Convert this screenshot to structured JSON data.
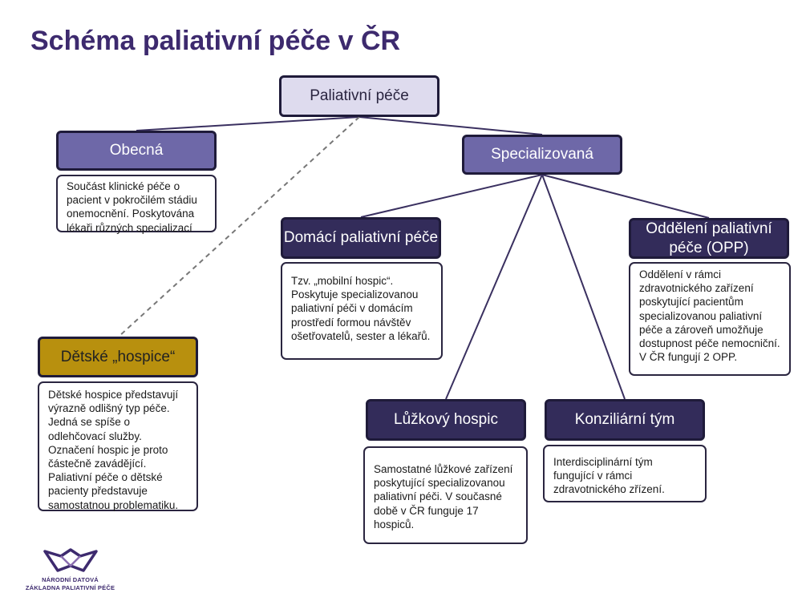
{
  "title": "Schéma paliativní péče v ČR",
  "nodes": {
    "root": "Paliativní péče",
    "general": "Obecná",
    "specialized": "Specializovaná",
    "home": "Domácí paliativní péče",
    "ward": "Oddělení paliativní péče (OPP)",
    "children": "Dětské „hospice“",
    "inpatient": "Lůžkový hospic",
    "consult": "Konziliární tým"
  },
  "descriptions": {
    "general": "Součást klinické péče o pacient v pokročilém stádiu onemocnění. Poskytována lékaři různých specializací",
    "home": "Tzv. „mobilní hospic“. Poskytuje specializovanou paliativní péči v domácím prostředí formou návštěv ošetřovatelů, sester a lékařů.",
    "ward": "Oddělení v rámci zdravotnického zařízení poskytující pacientům specializovanou paliativní péče a zároveň umožňuje dostupnost  péče nemocniční. V ČR fungují 2 OPP.",
    "children": "Dětské hospice představují výrazně odlišný typ péče. Jedná se spíše o odlehčovací služby. Označení hospic je proto částečně zavádějící. Paliativní péče o dětské pacienty představuje samostatnou problematiku.",
    "inpatient": "Samostatné lůžkové zařízení poskytující specializovanou paliativní péči. V současné době v ČR funguje 17 hospiců.",
    "consult": "Interdisciplinární tým fungující v rámci zdravotnického zřízení."
  },
  "logo": {
    "line1": "NÁRODNÍ DATOVÁ",
    "line2": "ZÁKLADNA PALIATIVNÍ PÉČE",
    "icon": "cupped-hands-logo-icon"
  },
  "colors": {
    "title": "#3d2a6e",
    "root_fill": "#dedbee",
    "mid_fill": "#6e68a8",
    "dark_fill": "#332c5a",
    "gold_fill": "#b8900e",
    "line": "#3a3060"
  }
}
